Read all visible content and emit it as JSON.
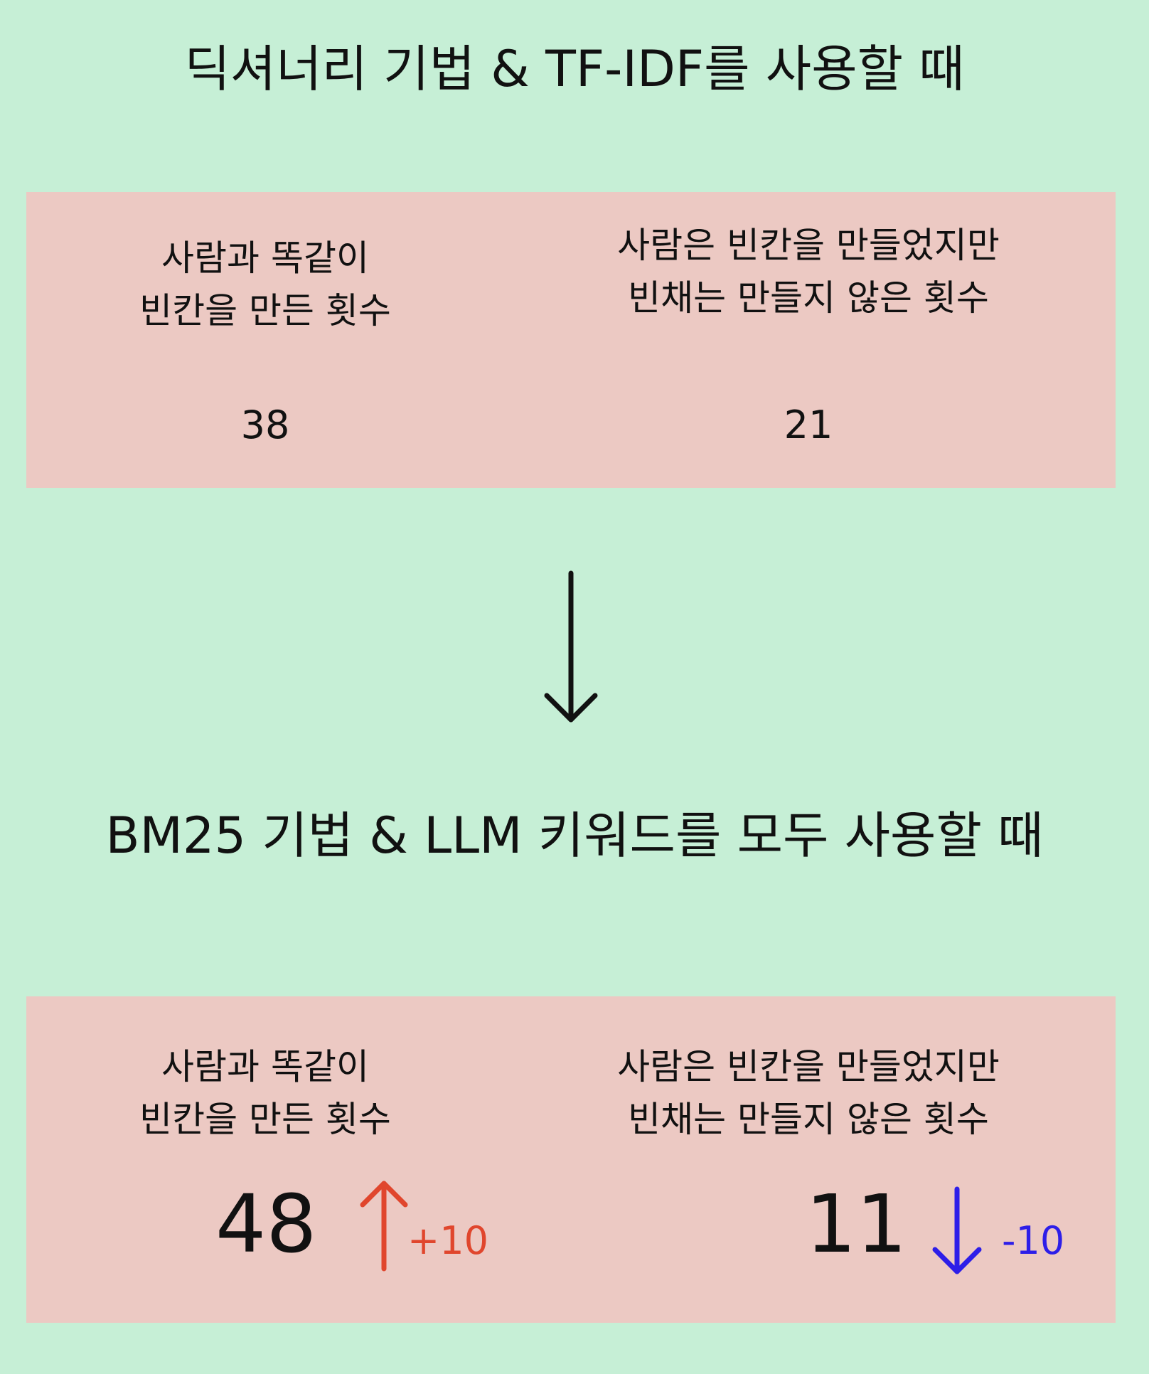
{
  "section1": {
    "heading": "딕셔너리 기법 & TF-IDF를 사용할 때",
    "left": {
      "label_line1": "사람과 똑같이",
      "label_line2": "빈칸을 만든 횟수",
      "value": "38"
    },
    "right": {
      "label_line1": "사람은 빈칸을 만들었지만",
      "label_line2": "빈채는 만들지 않은 횟수",
      "value": "21"
    }
  },
  "section2": {
    "heading": "BM25 기법 & LLM 키워드를 모두 사용할 때",
    "left": {
      "label_line1": "사람과 똑같이",
      "label_line2": "빈칸을 만든 횟수",
      "value": "48",
      "delta": "+10",
      "delta_color": "#e0462d",
      "trend_icon": "arrow-up-icon"
    },
    "right": {
      "label_line1": "사람은 빈칸을 만들었지만",
      "label_line2": "빈채는 만들지 않은 횟수",
      "value": "11",
      "delta": "-10",
      "delta_color": "#2d1ee8",
      "trend_icon": "arrow-down-icon"
    }
  },
  "colors": {
    "background": "#c6efd6",
    "panel": "#ecc9c3",
    "text": "#111111"
  },
  "connector_icon": "arrow-down-icon"
}
